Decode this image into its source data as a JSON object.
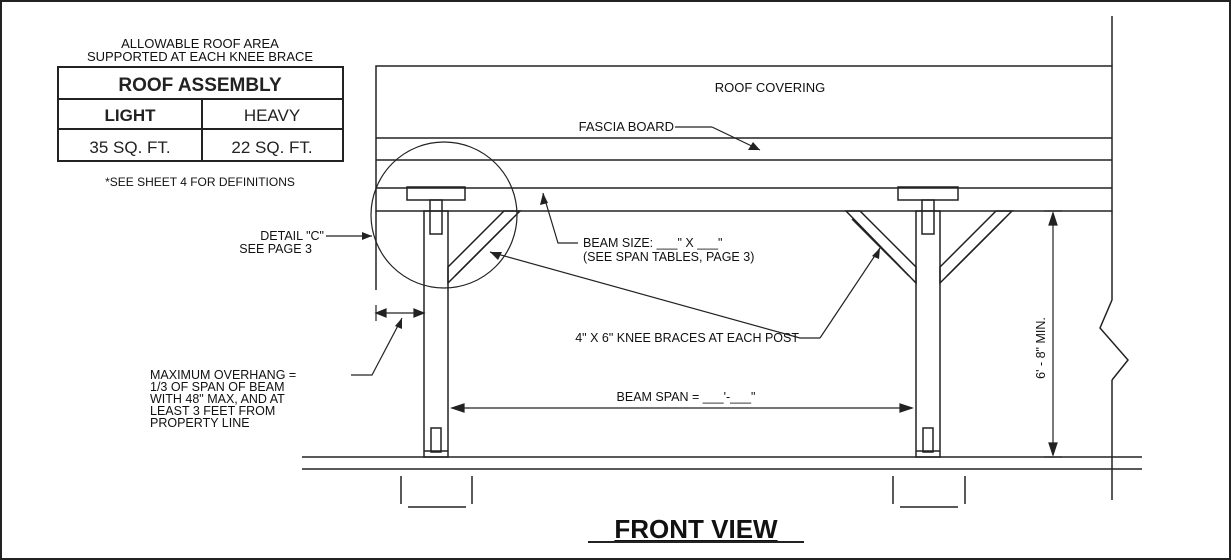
{
  "table": {
    "caption_line1": "ALLOWABLE ROOF AREA",
    "caption_line2": "SUPPORTED AT EACH KNEE BRACE",
    "header": "ROOF ASSEMBLY",
    "col_light": "LIGHT",
    "col_heavy": "HEAVY",
    "val_light": "35 SQ. FT.",
    "val_heavy": "22 SQ. FT.",
    "footnote": "*SEE SHEET 4 FOR DEFINITIONS"
  },
  "labels": {
    "roof_covering": "ROOF COVERING",
    "fascia_board": "FASCIA BOARD",
    "detail_line1": "DETAIL \"C\"",
    "detail_line2": "SEE PAGE 3",
    "beam_size_line1": "BEAM SIZE: ___\" X ___\"",
    "beam_size_line2": "(SEE SPAN TABLES, PAGE 3)",
    "knee_braces": "4\" X 6\" KNEE BRACES AT EACH POST",
    "overhang_line1": "MAXIMUM OVERHANG =",
    "overhang_line2": "1/3 OF SPAN OF BEAM",
    "overhang_line3": "WITH 48\" MAX, AND AT",
    "overhang_line4": "LEAST 3 FEET FROM",
    "overhang_line5": "PROPERTY LINE",
    "beam_span": "BEAM SPAN = ___'-___\"",
    "height": "6' - 8\" MIN.",
    "view_title": "FRONT VIEW"
  }
}
